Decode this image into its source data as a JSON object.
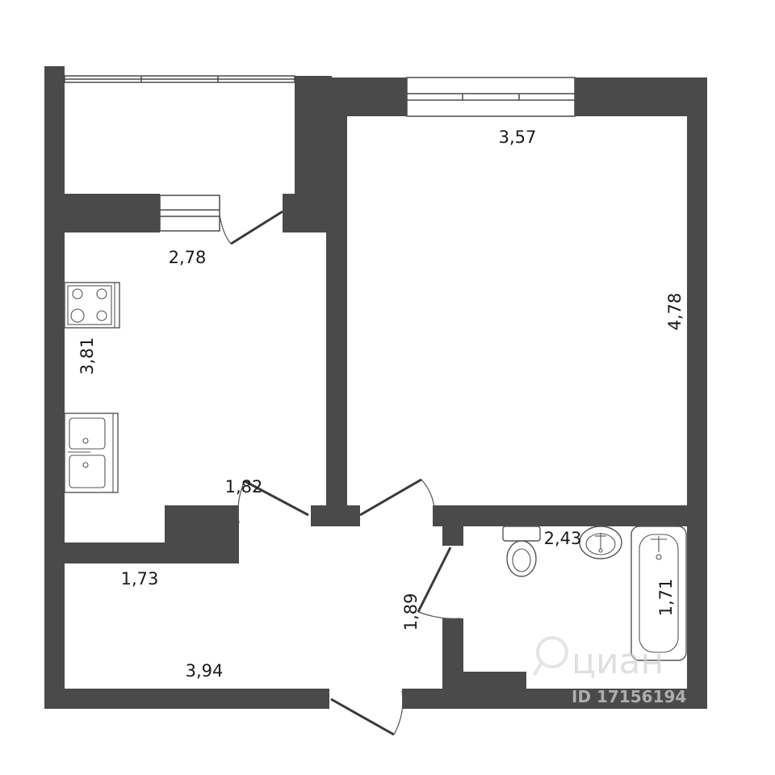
{
  "dimensions": {
    "balcony_width": "2,78",
    "room_width": "3,57",
    "room_length": "4,78",
    "kitchen_length": "3,81",
    "kitchen_door": "1,82",
    "corridor_width": "1,73",
    "bathroom_side": "1,89",
    "bathroom_width": "2,43",
    "bathtub_length": "1,71",
    "hall_length": "3,94"
  },
  "watermark": {
    "brand": "циан",
    "listing_id": "ID 17156194"
  },
  "colors": {
    "wall": "#4a4a4a",
    "background": "#ffffff"
  }
}
